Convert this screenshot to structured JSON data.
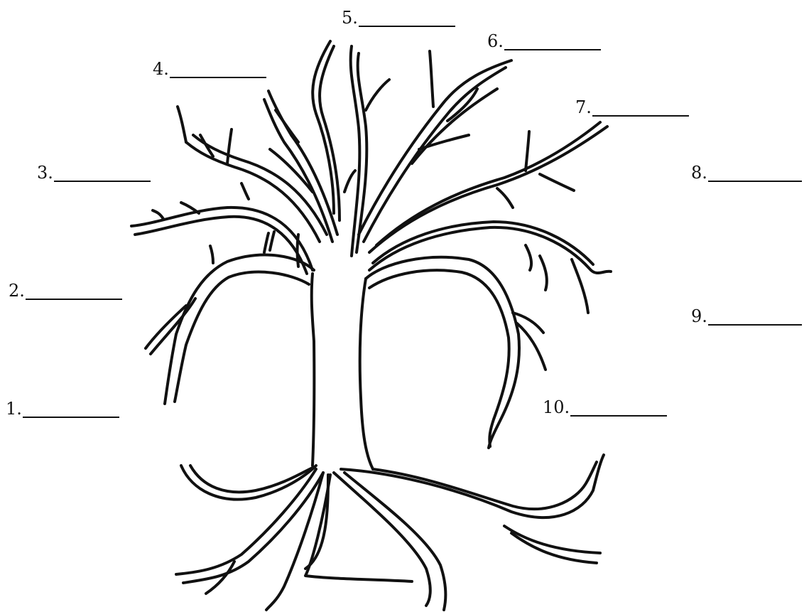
{
  "labels": [
    {
      "id": "1",
      "text": "1."
    },
    {
      "id": "2",
      "text": "2."
    },
    {
      "id": "3",
      "text": "3."
    },
    {
      "id": "4",
      "text": "4."
    },
    {
      "id": "5",
      "text": "5."
    },
    {
      "id": "6",
      "text": "6."
    },
    {
      "id": "7",
      "text": "7."
    },
    {
      "id": "8",
      "text": "8."
    },
    {
      "id": "9",
      "text": "9."
    },
    {
      "id": "10",
      "text": "10."
    }
  ],
  "colors": {
    "ink": "#111111",
    "paper": "#ffffff"
  }
}
